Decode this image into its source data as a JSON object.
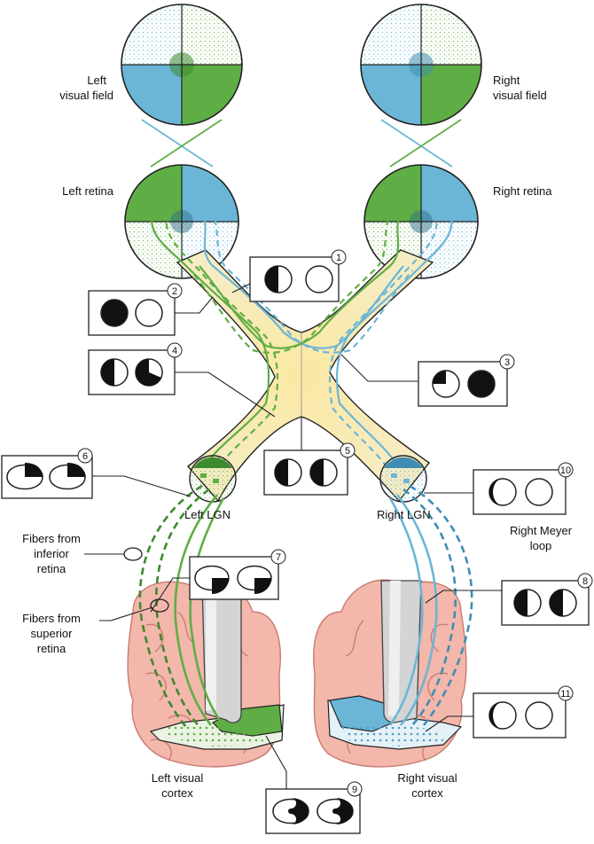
{
  "colors": {
    "green": "#5fae45",
    "dark_green": "#3d8a2e",
    "blue": "#6bb6d6",
    "dark_blue": "#3f8eb1",
    "chiasm": "#f6ebb8",
    "brain": "#f3b7ac",
    "brain_line": "#c97a6f",
    "outline": "#222222"
  },
  "labels": {
    "left_visual_field": [
      "Left",
      "visual field"
    ],
    "right_visual_field": [
      "Right",
      "visual field"
    ],
    "left_retina": "Left retina",
    "right_retina": "Right retina",
    "left_lgn": "Left LGN",
    "right_lgn": "Right LGN",
    "right_meyer_loop": [
      "Right Meyer",
      "loop"
    ],
    "fibers_inferior": [
      "Fibers from",
      "inferior",
      "retina"
    ],
    "fibers_superior": [
      "Fibers from",
      "superior",
      "retina"
    ],
    "left_visual_cortex": [
      "Left visual",
      "cortex"
    ],
    "right_visual_cortex": [
      "Right visual",
      "cortex"
    ]
  },
  "lesions": [
    {
      "number": "1"
    },
    {
      "number": "2"
    },
    {
      "number": "3"
    },
    {
      "number": "4"
    },
    {
      "number": "5"
    },
    {
      "number": "6"
    },
    {
      "number": "7"
    },
    {
      "number": "8"
    },
    {
      "number": "9"
    },
    {
      "number": "10"
    },
    {
      "number": "11"
    }
  ]
}
